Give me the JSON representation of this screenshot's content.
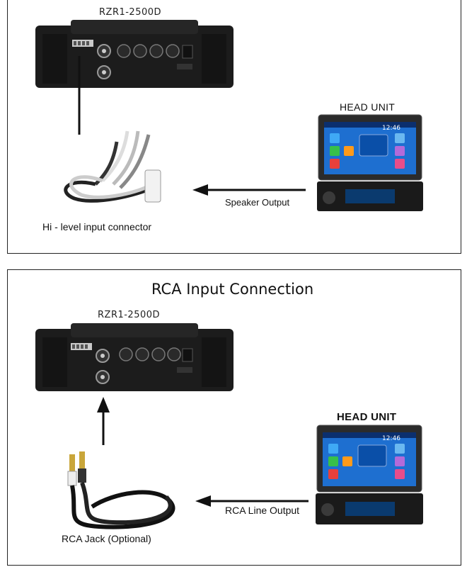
{
  "top_section": {
    "amp_model": "RZR1-2500D",
    "head_unit_label": "HEAD UNIT",
    "connection_label": "Speaker Output",
    "connector_label": "Hi - level input connector"
  },
  "bottom_section": {
    "title": "RCA Input Connection",
    "amp_model": "RZR1-2500D",
    "head_unit_label": "HEAD UNIT",
    "connection_label": "RCA Line Output",
    "connector_label": "RCA Jack (Optional)"
  },
  "head_unit_screen": {
    "time": "12:46"
  },
  "colors": {
    "amp_body": "#1c1c1c",
    "screen_blue": "#1e6fd0",
    "arrow": "#111111",
    "border": "#222222"
  }
}
